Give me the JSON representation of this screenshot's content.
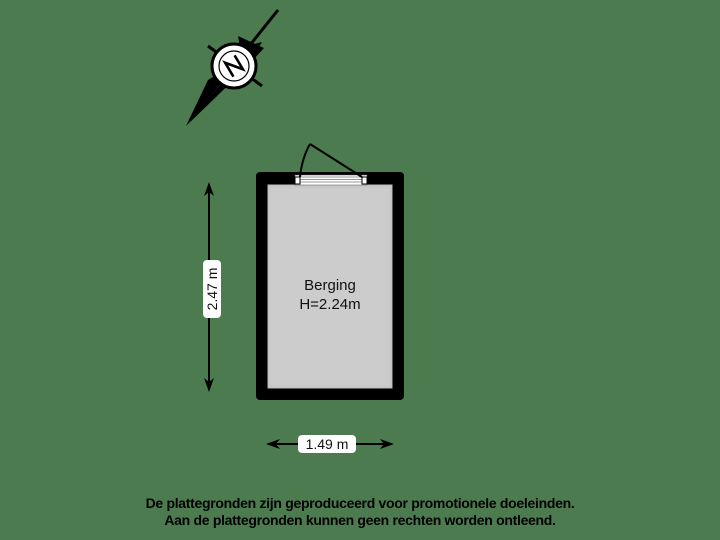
{
  "colors": {
    "background": "#4c7b50",
    "wall": "#000000",
    "floor": "#cccccc",
    "label_bg": "#ffffff"
  },
  "compass": {
    "icon": "north-arrow-icon",
    "label": "N"
  },
  "room": {
    "name": "Berging",
    "height_label": "H=2.24m"
  },
  "dimensions": {
    "width": "1.49 m",
    "height": "2.47 m"
  },
  "disclaimer": {
    "line1": "De plattegronden zijn geproduceerd voor promotionele doeleinden.",
    "line2": "Aan de plattegronden kunnen geen rechten worden ontleend."
  }
}
